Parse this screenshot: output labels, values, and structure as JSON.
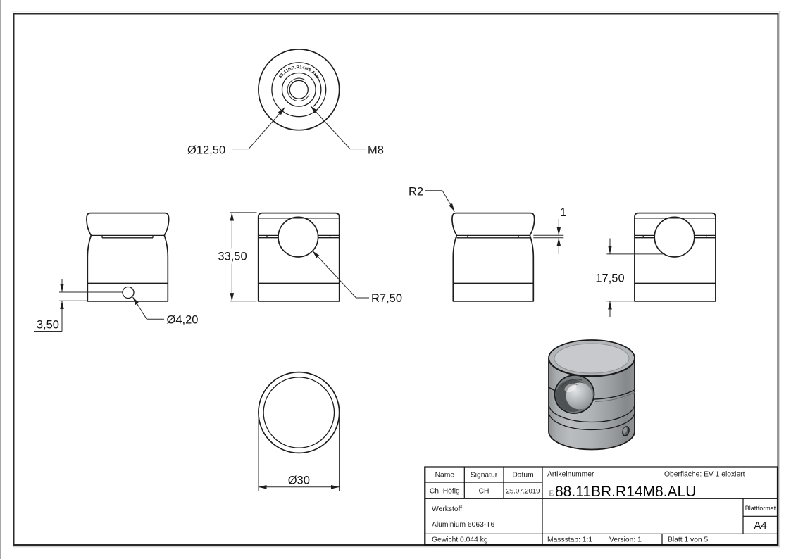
{
  "drawing": {
    "top_view": {
      "marking": "88.11BR.R14M8.ALU",
      "labels": {
        "counterbore_diameter": "Ø12,50",
        "thread": "M8"
      }
    },
    "front_view": {
      "labels": {
        "hole_offset": "3,50",
        "hole_diameter": "Ø4,20"
      }
    },
    "left_view": {
      "labels": {
        "height": "33,50",
        "socket_radius": "R7,50"
      }
    },
    "back_view": {
      "labels": {
        "cap_fillet_radius": "R2",
        "slit_width": "1"
      }
    },
    "right_view": {
      "labels": {
        "socket_height": "17,50"
      }
    },
    "bottom_view": {
      "labels": {
        "outer_diameter": "Ø30"
      }
    }
  },
  "title_block": {
    "name_label": "Name",
    "signatur_label": "Signatur",
    "datum_label": "Datum",
    "name": "Ch. Höfig",
    "signatur": "CH",
    "datum": "25.07.2019",
    "artikelnummer_label": "Artikelnummer",
    "oberflaeche": "Oberfläche:  EV 1 eloxiert",
    "artikelnummer_prefix": "E",
    "artikelnummer": "88.11BR.R14M8.ALU",
    "werkstoff_label": "Werkstoff:",
    "werkstoff": "Aluminium 6063-T6",
    "gewicht": "Gewicht 0.044 kg",
    "massstab": "Massstab: 1:1",
    "version": "Version: 1",
    "blatt": "Blatt 1 von 5",
    "blattformat_label": "Blattformat",
    "blattformat": "A4"
  }
}
